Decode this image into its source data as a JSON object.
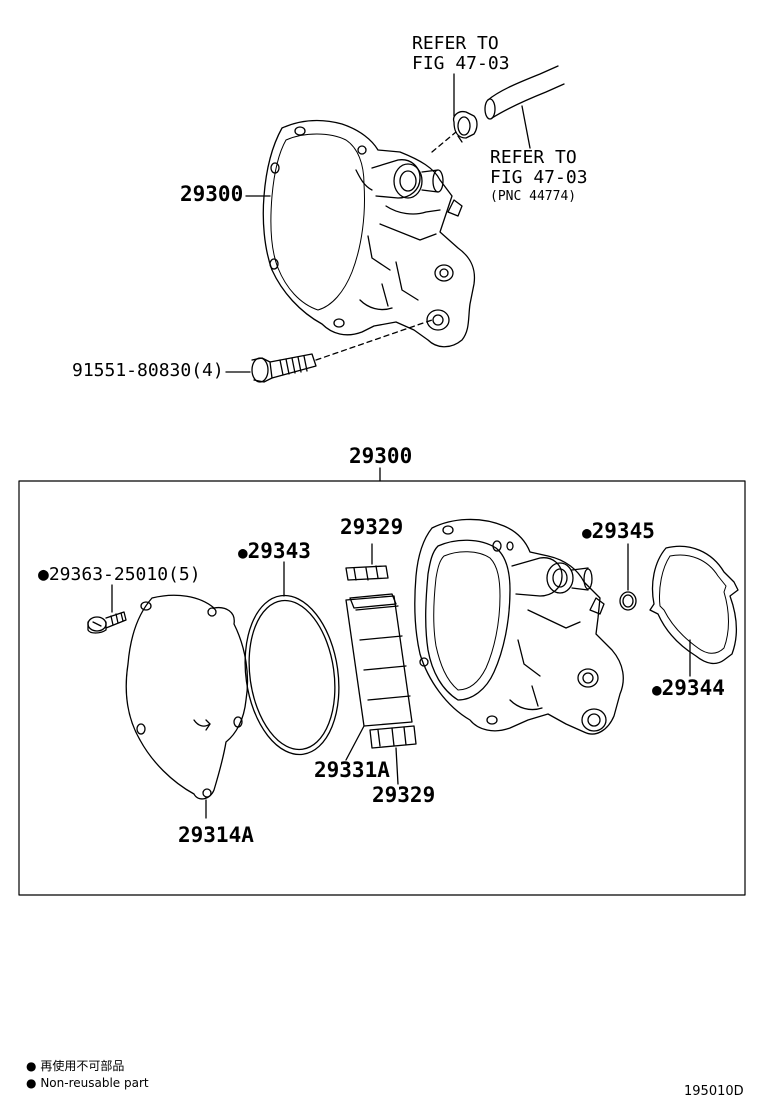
{
  "top_callouts": {
    "refer_upper_line1": "REFER TO",
    "refer_upper_line2": "FIG 47-03",
    "refer_lower_line1": "REFER TO",
    "refer_lower_line2": "FIG 47-03",
    "refer_lower_line3": "(PNC 44774)",
    "pump_assembly": "29300",
    "bolt": "91551-80830(4)"
  },
  "box_title": "29300",
  "box_callouts": {
    "screw": "29363-25010(5)",
    "o_ring": "29343",
    "plate_upper": "29329",
    "cover": "29314A",
    "vane": "29331A",
    "plate_lower": "29329",
    "small_o_ring": "29345",
    "gasket": "29344"
  },
  "legend": {
    "item1": "再使用不可部品",
    "item2": "Non-reusable part"
  },
  "figure_id": "195010D",
  "colors": {
    "line": "#000000",
    "background": "#ffffff"
  }
}
